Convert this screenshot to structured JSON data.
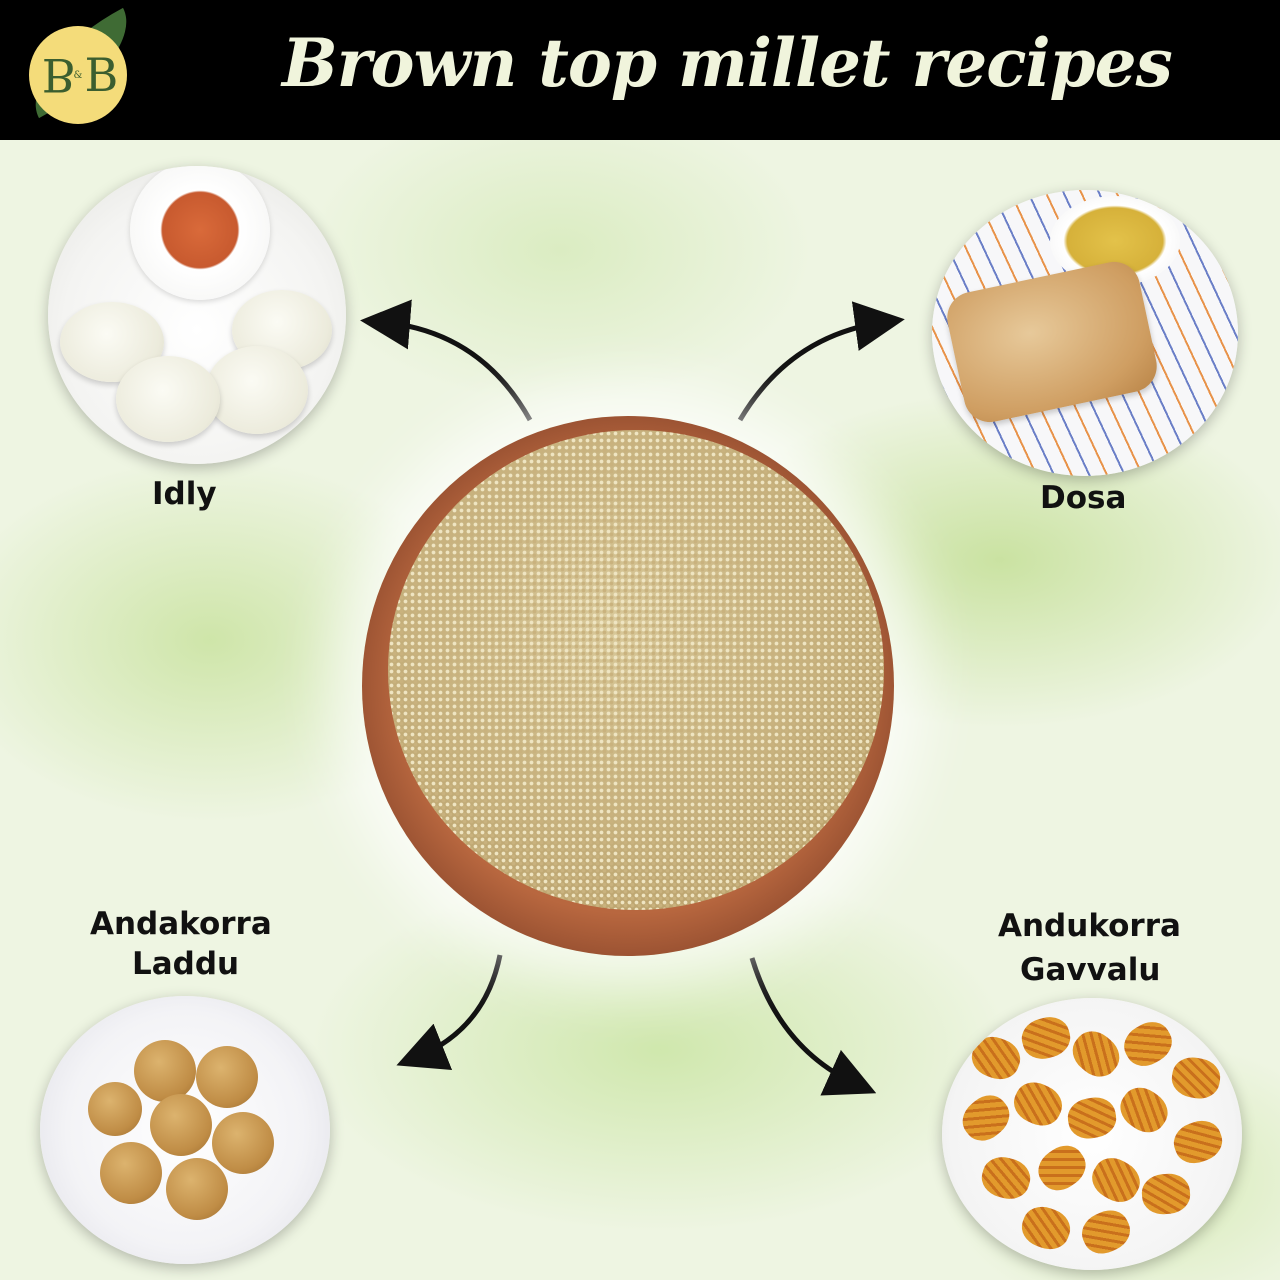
{
  "header": {
    "title": "Brown top millet recipes",
    "logo": {
      "icon": "b-and-b-leaf-logo-icon",
      "text_left": "B",
      "amp": "&",
      "text_right": "B"
    },
    "background_color": "#000000",
    "title_color": "#f0f4dc"
  },
  "center": {
    "image": "brown-top-millet-clay-bowl",
    "bowl_color": "#b8673f",
    "grain_color": "#d9c99a"
  },
  "recipes": [
    {
      "id": "idly",
      "label": "Idly",
      "image": "idly-with-chutney-plate",
      "position": "top-left"
    },
    {
      "id": "dosa",
      "label": "Dosa",
      "image": "dosa-with-potato-masala-plate",
      "position": "top-right"
    },
    {
      "id": "laddu",
      "label_line1": "Andakorra",
      "label_line2": "Laddu",
      "image": "laddu-bowl",
      "position": "bottom-left"
    },
    {
      "id": "gavvalu",
      "label_line1": "Andukorra",
      "label_line2": "Gavvalu",
      "image": "gavvalu-bowl",
      "position": "bottom-right"
    }
  ],
  "colors": {
    "background": "#eef5e2",
    "watercolor_green": "#c4e096",
    "label_text": "#111111",
    "arrow": "#111111"
  }
}
